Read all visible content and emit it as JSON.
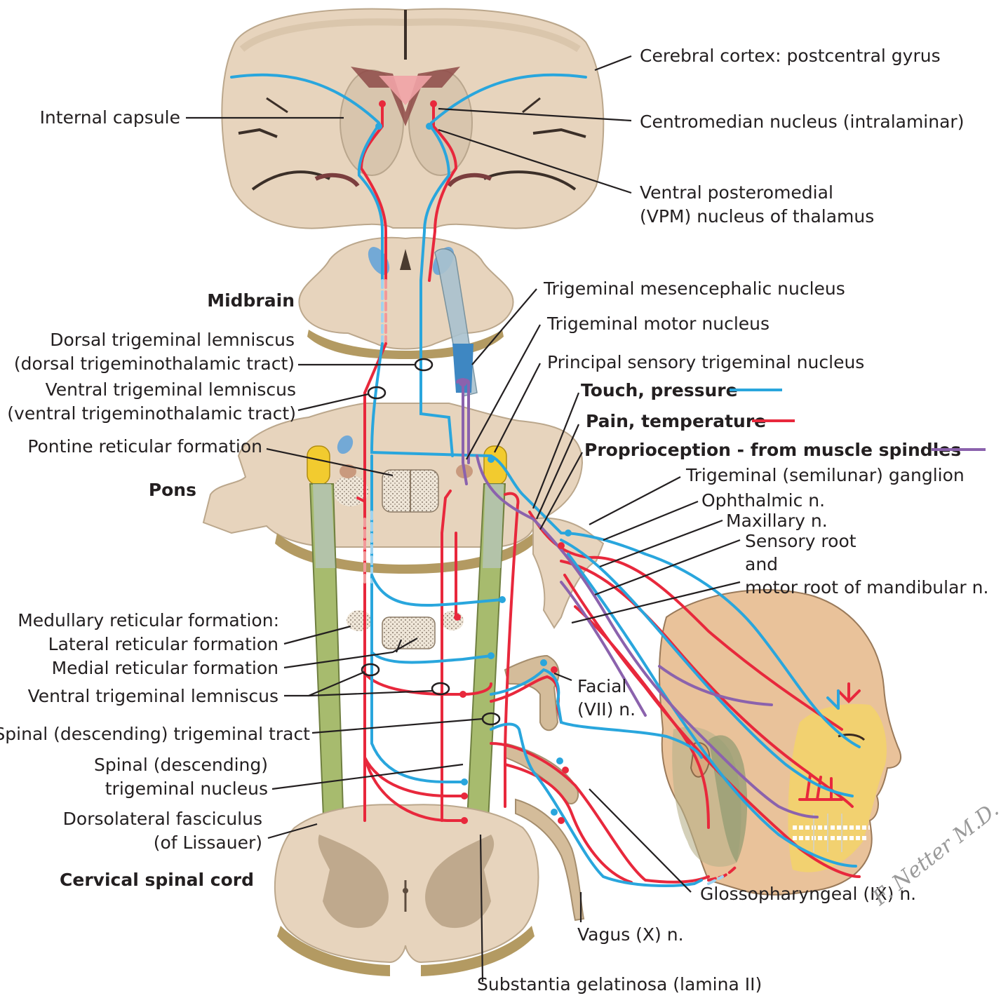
{
  "labels": {
    "cerebral_cortex": "Cerebral cortex: postcentral gyrus",
    "internal_capsule": "Internal capsule",
    "centromedian_nucleus": "Centromedian nucleus (intralaminar)",
    "vpm_line1": "Ventral posteromedial",
    "vpm_line2": "(VPM) nucleus of thalamus",
    "midbrain": "Midbrain",
    "trig_mesencephalic": "Trigeminal mesencephalic nucleus",
    "trig_motor": "Trigeminal motor nucleus",
    "dorsal_lemniscus_line1": "Dorsal trigeminal lemniscus",
    "dorsal_lemniscus_line2": "(dorsal trigeminothalamic tract)",
    "principal_sensory": "Principal sensory trigeminal nucleus",
    "ventral_lemniscus_line1": "Ventral trigeminal lemniscus",
    "ventral_lemniscus_line2": "(ventral trigeminothalamic tract)",
    "pontine_reticular": "Pontine reticular formation",
    "pons": "Pons",
    "trig_ganglion": "Trigeminal (semilunar) ganglion",
    "ophthalmic": "Ophthalmic n.",
    "maxillary": "Maxillary n.",
    "sensory_root_line1": "Sensory root",
    "sensory_root_line2": "and",
    "sensory_root_line3": "motor root of mandibular n.",
    "medullary_reticular": "Medullary reticular formation:",
    "lateral_reticular": "Lateral reticular formation",
    "medial_reticular": "Medial reticular formation",
    "ventral_lemniscus_short": "Ventral trigeminal lemniscus",
    "facial_line1": "Facial",
    "facial_line2": "(VII) n.",
    "spinal_tract": "Spinal (descending) trigeminal tract",
    "spinal_nucleus_line1": "Spinal (descending)",
    "spinal_nucleus_line2": "trigeminal nucleus",
    "dorsolateral_line1": "Dorsolateral fasciculus",
    "dorsolateral_line2": "(of Lissauer)",
    "cervical_cord": "Cervical spinal cord",
    "glossopharyngeal": "Glossopharyngeal (IX) n.",
    "vagus": "Vagus (X) n.",
    "substantia_gelatinosa": "Substantia gelatinosa (lamina II)"
  },
  "legend": {
    "touch": "Touch, pressure",
    "pain": "Pain, temperature",
    "proprioception": "Proprioception - from muscle spindles"
  },
  "signature": "F. Netter M.D.",
  "colors": {
    "touch": "#29a6dd",
    "pain": "#e8283c",
    "proprioception": "#8b62ad",
    "brain_tissue": "#e7d4bd",
    "tract_green": "#a7bb6e",
    "nucleus_yellow": "#f2cb2f"
  }
}
